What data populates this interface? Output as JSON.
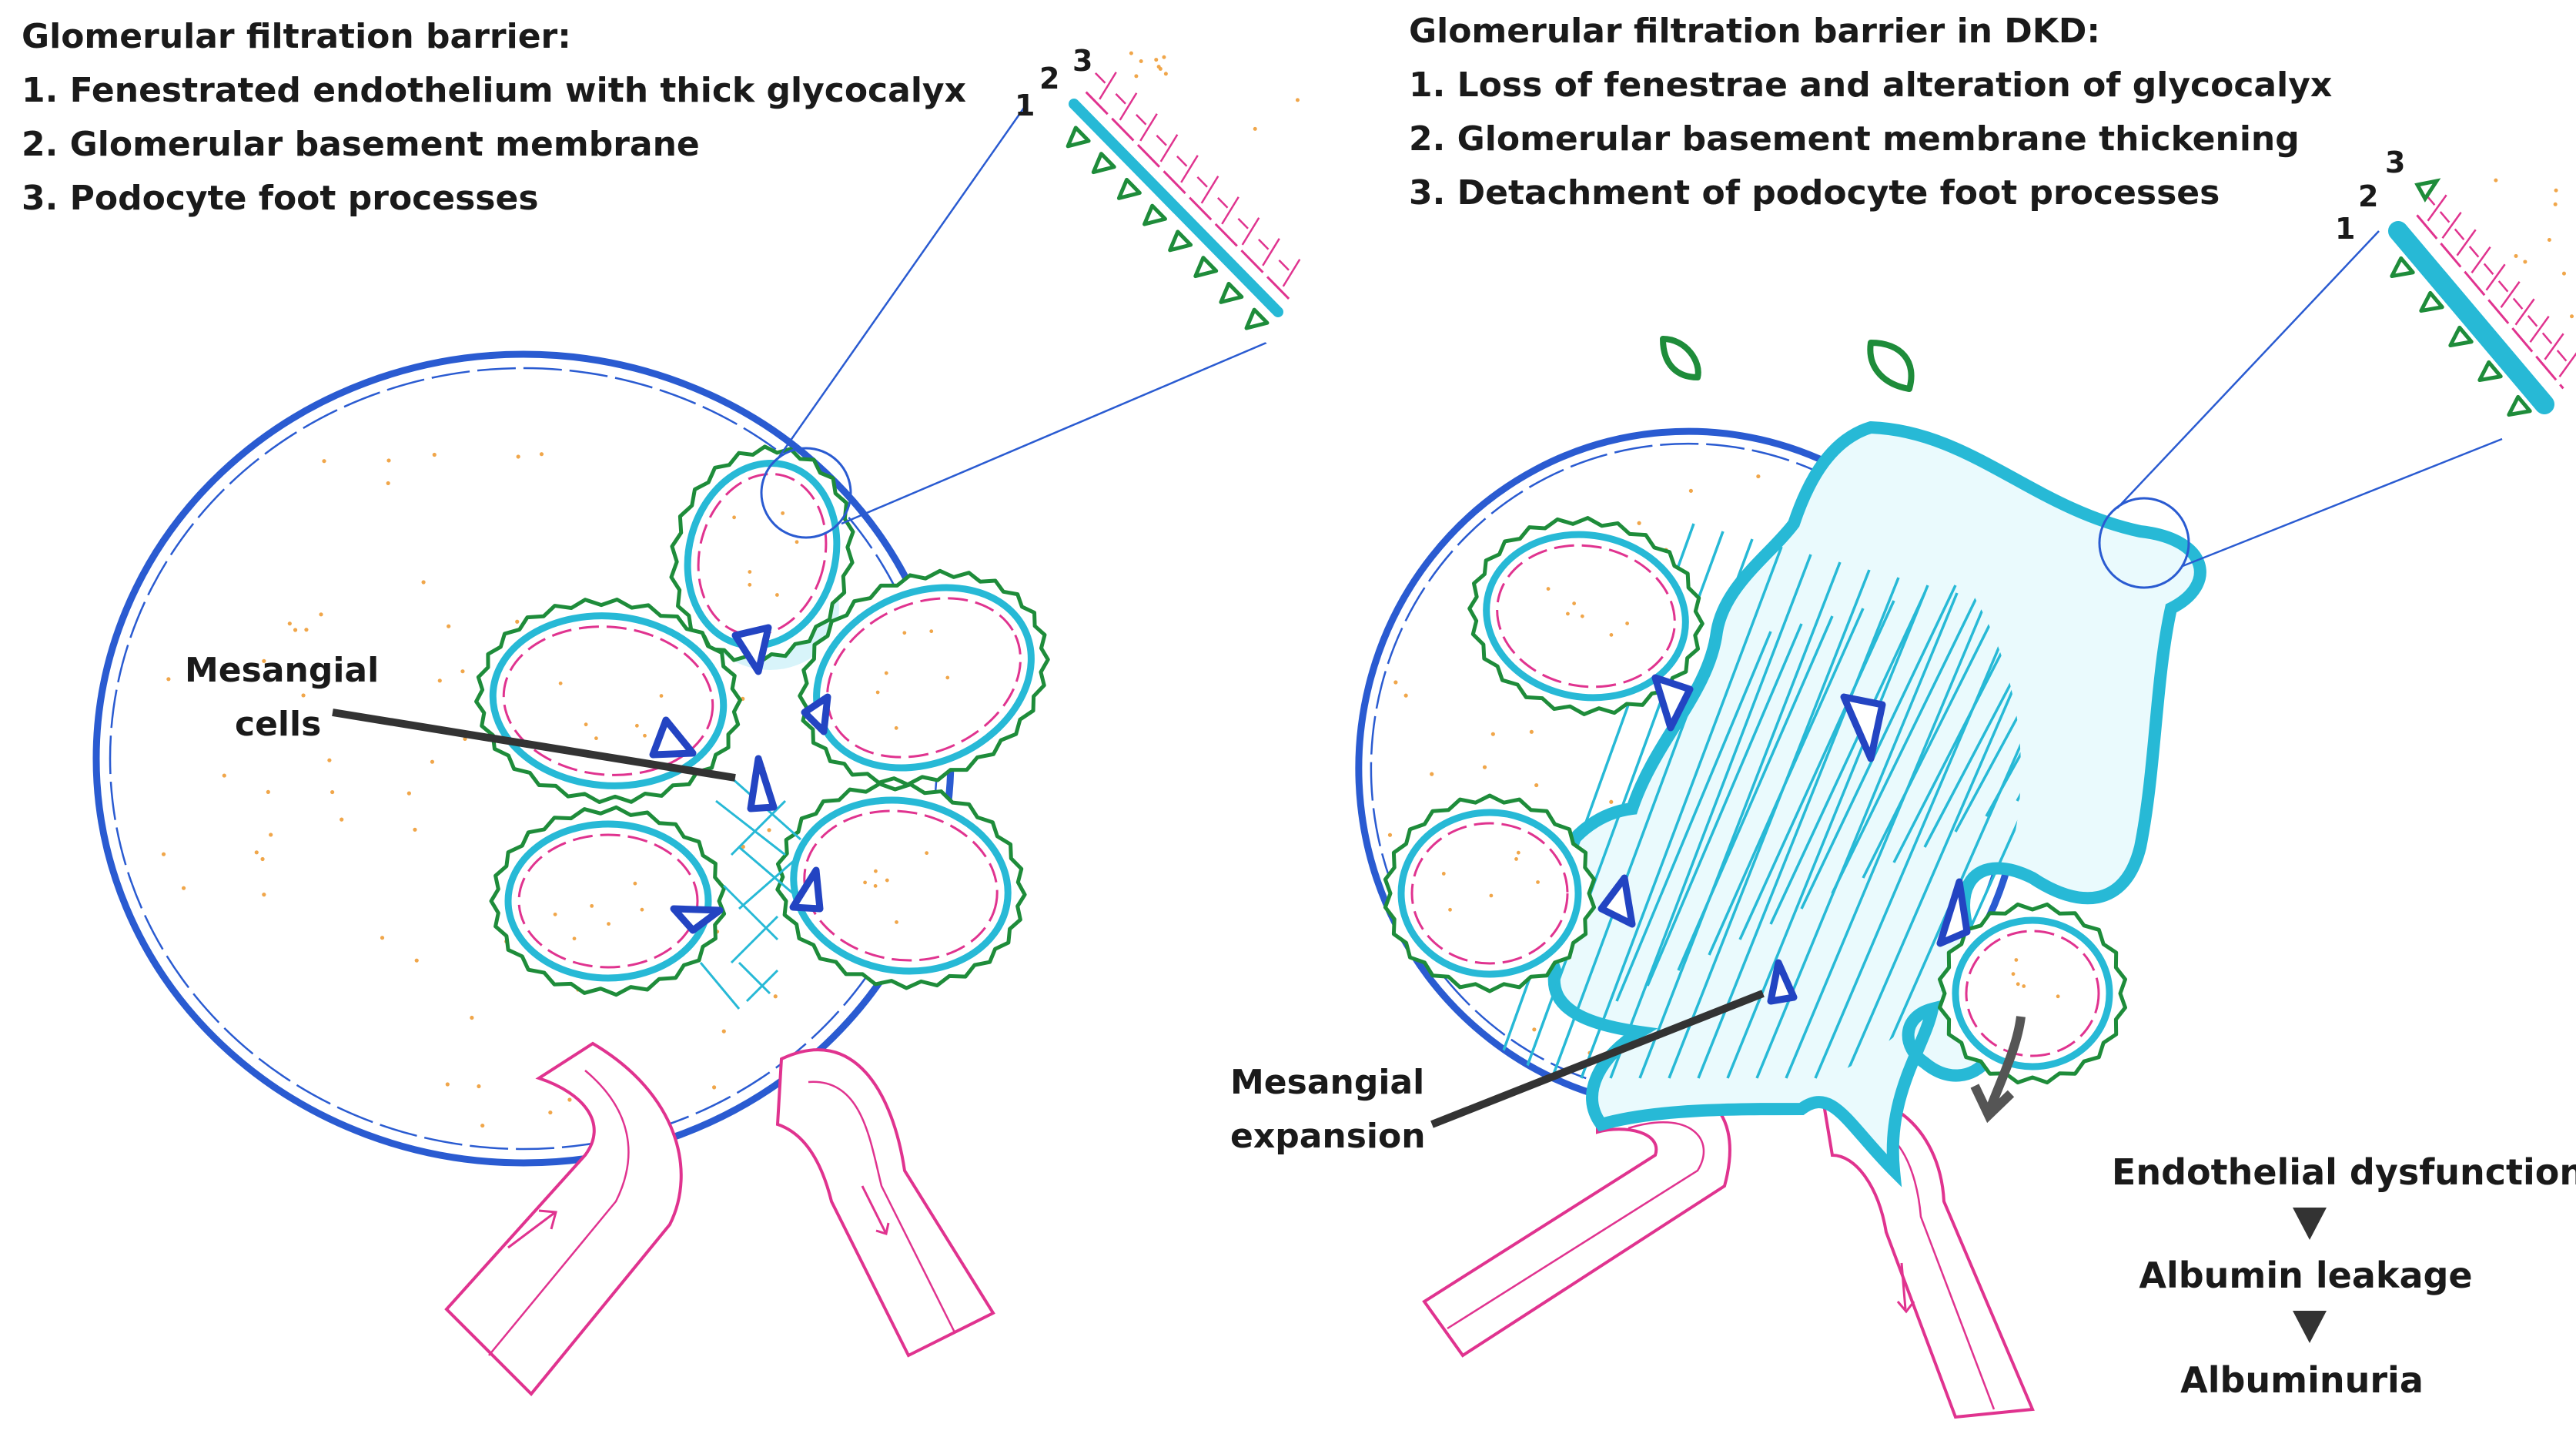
{
  "colors": {
    "capsule": "#2a5bd1",
    "podocyte": "#1e8c3a",
    "basement_membrane": "#27b9d6",
    "endothelium": "#e0338f",
    "mesangial": "#2344c2",
    "dots": "#f0a64a",
    "pointer": "#333333"
  },
  "left_panel": {
    "heading": "Glomerular filtration barrier:",
    "items": [
      "1. Fenestrated endothelium with thick glycocalyx",
      "2. Glomerular basement membrane",
      "3. Podocyte foot processes"
    ],
    "inset_numbers": [
      "1",
      "2",
      "3"
    ],
    "pointer_label_line1": "Mesangial",
    "pointer_label_line2": "cells"
  },
  "right_panel": {
    "heading": "Glomerular filtration barrier in DKD:",
    "items": [
      "1. Loss of fenestrae and alteration of glycocalyx",
      "2. Glomerular basement membrane thickening",
      "3. Detachment of podocyte foot processes"
    ],
    "inset_numbers": [
      "1",
      "2",
      "3"
    ],
    "pointer_label_line1": "Mesangial",
    "pointer_label_line2": "expansion"
  },
  "flow": {
    "steps": [
      "Endothelial dysfunction",
      "Albumin leakage",
      "Albuminuria"
    ],
    "arrow_icon": "down-triangle-icon"
  }
}
